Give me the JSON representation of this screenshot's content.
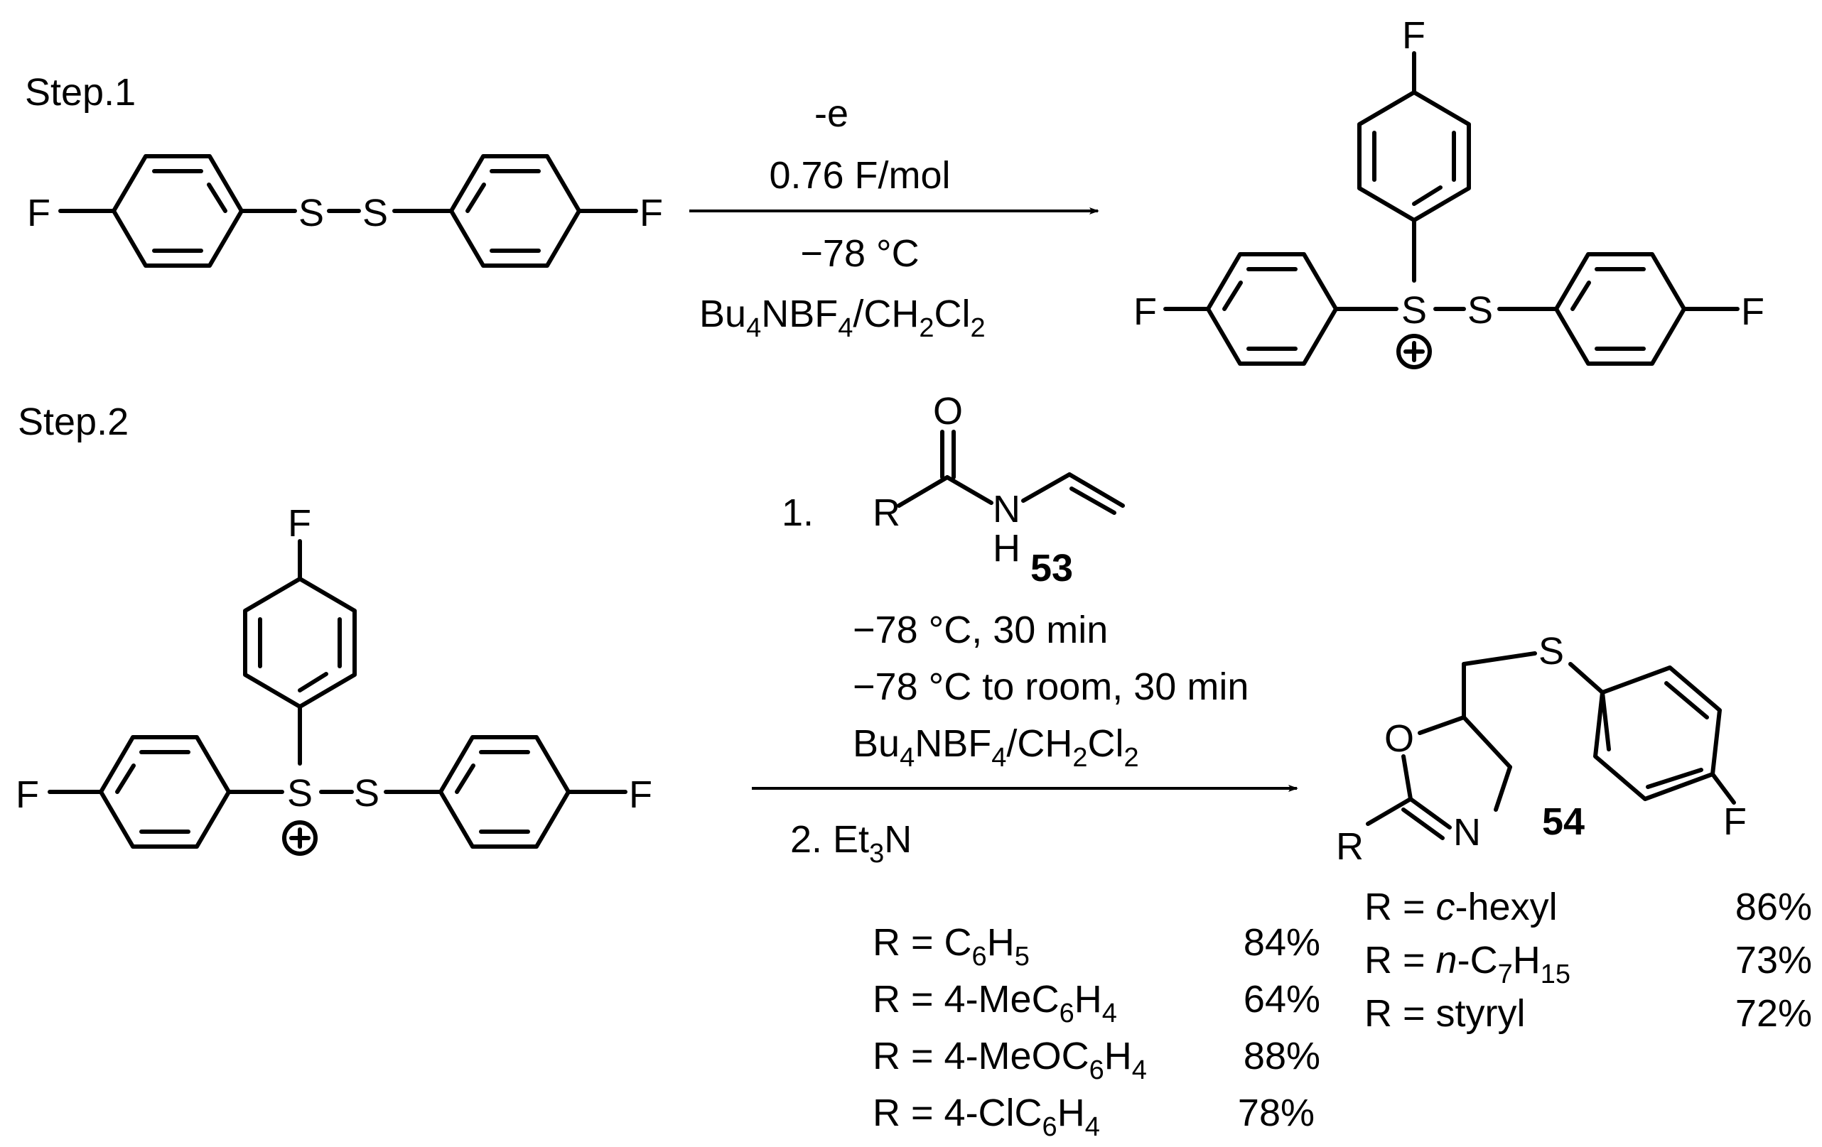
{
  "step1": {
    "label": "Step.1",
    "reactant": {
      "F_left": "F",
      "S1": "S",
      "S2": "S",
      "F_right": "F"
    },
    "conditions": {
      "line1": "-e",
      "line2": "0.76 F/mol",
      "line3": "−78 °C",
      "line4_a": "Bu",
      "line4_b": "4",
      "line4_c": "NBF",
      "line4_d": "4",
      "line4_e": "/CH",
      "line4_f": "2",
      "line4_g": "Cl",
      "line4_h": "2"
    },
    "product": {
      "F_top": "F",
      "F_left": "F",
      "F_right": "F",
      "S_plus": "S",
      "S": "S",
      "charge": "+"
    }
  },
  "step2": {
    "label": "Step.2",
    "reactant": {
      "F_top": "F",
      "F_left": "F",
      "F_right": "F",
      "S_plus": "S",
      "S": "S",
      "charge": "+"
    },
    "reagent": {
      "item1": "1.",
      "O": "O",
      "N": "N",
      "H": "H",
      "R": "R",
      "compound": "53"
    },
    "conditions": {
      "line1": "−78 °C, 30 min",
      "line2": "−78 °C to room, 30 min",
      "line3_a": "Bu",
      "line3_b": "4",
      "line3_c": "NBF",
      "line3_d": "4",
      "line3_e": "/CH",
      "line3_f": "2",
      "line3_g": "Cl",
      "line3_h": "2",
      "line4_a": "2. Et",
      "line4_b": "3",
      "line4_c": "N"
    },
    "product": {
      "O": "O",
      "N": "N",
      "S": "S",
      "F": "F",
      "R": "R",
      "compound": "54"
    },
    "yields_left": [
      {
        "r": "R = C",
        "s1": "6",
        "m1": "H",
        "s2": "5",
        "tail": "",
        "yield": "84%"
      },
      {
        "r": "R = 4-MeC",
        "s1": "6",
        "m1": "H",
        "s2": "4",
        "tail": "",
        "yield": "64%"
      },
      {
        "r": "R = 4-MeOC",
        "s1": "6",
        "m1": "H",
        "s2": "4",
        "tail": "",
        "yield": "88%"
      },
      {
        "r": "R = 4-ClC",
        "s1": "6",
        "m1": "H",
        "s2": "4",
        "tail": "",
        "yield": "78%"
      }
    ],
    "yields_right": [
      {
        "pre": "R = ",
        "it": "c",
        "post": "-hexyl",
        "sub": "",
        "post2": "",
        "sub2": "",
        "yield": "86%"
      },
      {
        "pre": "R = ",
        "it": "n",
        "post": "-C",
        "sub": "7",
        "post2": "H",
        "sub2": "15",
        "yield": "73%"
      },
      {
        "pre": "R = styryl",
        "it": "",
        "post": "",
        "sub": "",
        "post2": "",
        "sub2": "",
        "yield": "72%"
      }
    ]
  }
}
